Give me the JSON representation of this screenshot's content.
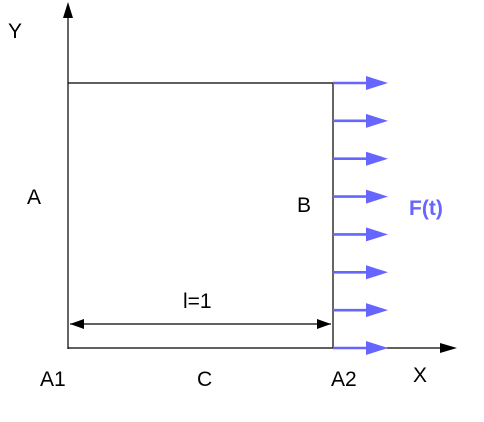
{
  "axes": {
    "x_label": "X",
    "y_label": "Y"
  },
  "labels": {
    "left_edge": "A",
    "right_edge": "B",
    "bottom_edge": "C",
    "bottom_left_corner": "A1",
    "bottom_right_corner": "A2",
    "length": "l=1",
    "force": "F(t)"
  },
  "force_arrows": {
    "count": 8
  },
  "colors": {
    "line": "#000000",
    "force": "#6666ff"
  }
}
